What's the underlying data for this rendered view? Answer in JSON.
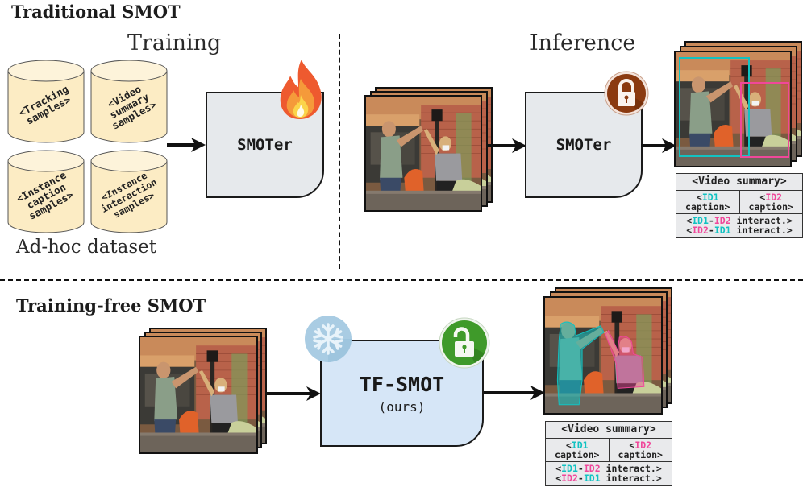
{
  "traditional": {
    "section_title": "Traditional SMOT",
    "training": {
      "title": "Training",
      "datasets": [
        {
          "label": "<Tracking\nsamples>"
        },
        {
          "label": "<Video\nsummary\nsamples>"
        },
        {
          "label": "<Instance\ncaption\nsamples>"
        },
        {
          "label": "<Instance\ninteraction\nsamples>"
        }
      ],
      "dataset_caption": "Ad-hoc dataset",
      "model": {
        "name": "SMOTer",
        "badge_icon": "fire-icon",
        "state": "trainable"
      }
    },
    "inference": {
      "title": "Inference",
      "model": {
        "name": "SMOTer",
        "badge_icon": "lock-icon",
        "state": "locked"
      },
      "output": {
        "overlay": "bounding-boxes",
        "summary": {
          "header": "<Video summary>",
          "id1_caption": {
            "prefix": "<",
            "id": "ID1",
            "suffix": "caption>"
          },
          "id2_caption": {
            "prefix": "<",
            "id": "ID2",
            "suffix": "caption>"
          },
          "interactions": [
            {
              "open": "<",
              "a": "ID1",
              "sep": "-",
              "b": "ID2",
              "text": " interact.>"
            },
            {
              "open": "<",
              "a": "ID2",
              "sep": "-",
              "b": "ID1",
              "text": " interact.>"
            }
          ]
        }
      }
    }
  },
  "training_free": {
    "section_title": "Training-free SMOT",
    "model": {
      "name": "TF-SMOT",
      "subtitle": "(ours)",
      "left_badge_icon": "snowflake-icon",
      "right_badge_icon": "unlock-icon"
    },
    "output": {
      "overlay": "segmentation-masks",
      "summary": {
        "header": "<Video summary>",
        "id1_caption": {
          "prefix": "<",
          "id": "ID1",
          "suffix": "caption>"
        },
        "id2_caption": {
          "prefix": "<",
          "id": "ID2",
          "suffix": "caption>"
        },
        "interactions": [
          {
            "open": "<",
            "a": "ID1",
            "sep": "-",
            "b": "ID2",
            "text": " interact.>"
          },
          {
            "open": "<",
            "a": "ID2",
            "sep": "-",
            "b": "ID1",
            "text": " interact.>"
          }
        ]
      }
    }
  },
  "colors": {
    "id1": "#12c2c2",
    "id2": "#f0479a",
    "cylinder_fill": "#fcecc4",
    "model_box_gray": "#e6e9ec",
    "model_box_blue": "#d6e6f7",
    "lock_badge": "#8b3a10",
    "unlock_badge": "#3f9a2a",
    "snowflake_badge": "#a9cce3"
  }
}
